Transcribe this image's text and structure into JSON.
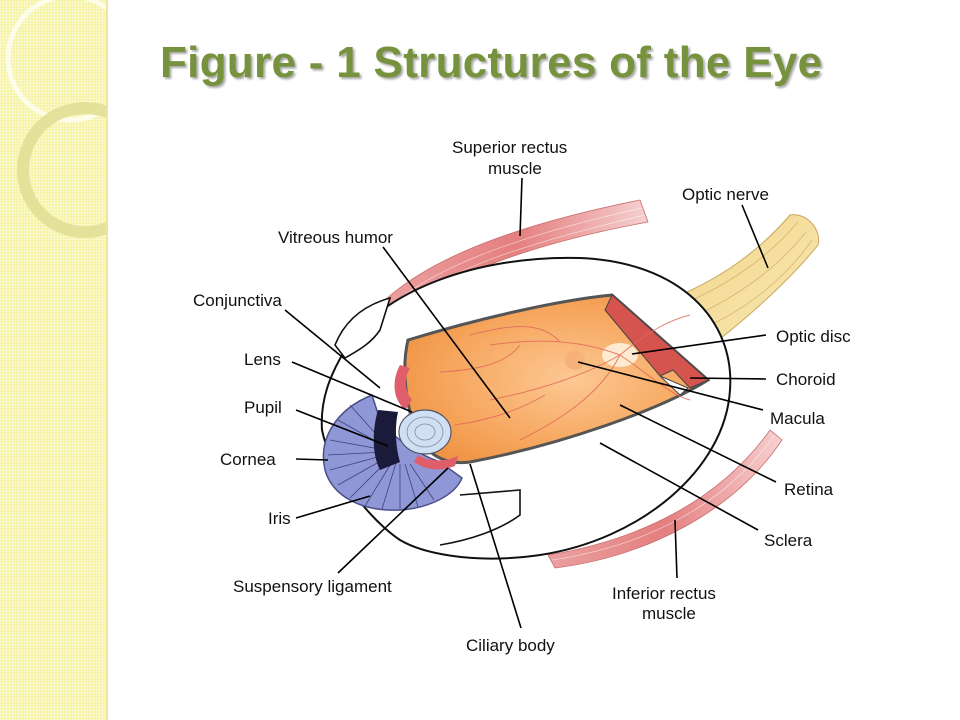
{
  "title": "Figure - 1 Structures of the Eye",
  "labels": {
    "superior_rectus_1": "Superior rectus",
    "superior_rectus_2": "muscle",
    "optic_nerve": "Optic nerve",
    "vitreous_humor": "Vitreous humor",
    "conjunctiva": "Conjunctiva",
    "lens": "Lens",
    "pupil": "Pupil",
    "cornea": "Cornea",
    "iris": "Iris",
    "suspensory_ligament": "Suspensory ligament",
    "ciliary_body": "Ciliary body",
    "optic_disc": "Optic disc",
    "choroid": "Choroid",
    "macula": "Macula",
    "retina": "Retina",
    "sclera": "Sclera",
    "inferior_rectus_1": "Inferior rectus",
    "inferior_rectus_2": "muscle"
  },
  "colors": {
    "title": "#76923c",
    "sidebar": "#f6f3a4",
    "vitreous": "#f5a65b",
    "muscle": "#e48a8a",
    "optic_nerve": "#f4d98c",
    "iris": "#8f97d6"
  }
}
